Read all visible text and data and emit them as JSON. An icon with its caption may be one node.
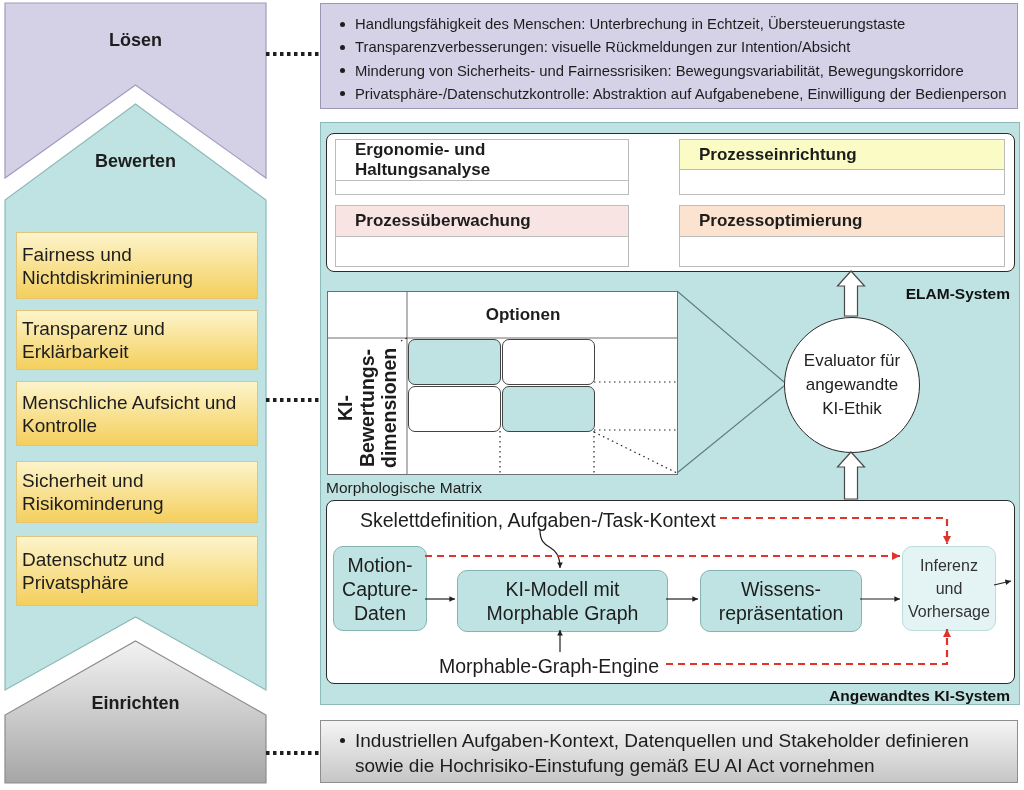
{
  "diagram": {
    "nodes": [
      {
        "text": [
          "Lösen"
        ]
      },
      {
        "text": [
          "Handlungsfähigkeit des Menschen: Unterbrechung in Echtzeit, Übersteuerungstaste",
          "Transparenzverbesserungen: visuelle Rückmeldungen zur Intention/Absicht",
          "Minderung von Sicherheits- und Fairnessrisiken: Bewegungsvariabilität, Bewegungskorridore",
          "Privatsphäre-/Datenschutzkontrolle: Abstraktion auf Aufgabenebene, Einwilligung der Bedienperson"
        ]
      },
      {
        "text": [
          "Bewerten"
        ]
      },
      {
        "text": [
          "Fairness und Nichtdiskriminierung"
        ],
        "in": 2
      },
      {
        "text": [
          "Transparenz und Erklärbarkeit"
        ],
        "in": 2
      },
      {
        "text": [
          "Menschliche Aufsicht und Kontrolle"
        ],
        "in": 2
      },
      {
        "text": [
          "Sicherheit und Risikominderung"
        ],
        "in": 2
      },
      {
        "text": [
          "Datenschutz und Privatsphäre"
        ],
        "in": 2
      },
      {
        "text": [],
        "shape": "box"
      },
      {
        "text": [
          "ELAM-System"
        ],
        "in": 8
      },
      {
        "text": [
          "Ergonomie- und Haltungsanalyse"
        ],
        "in": 9
      },
      {
        "text": [
          "Prozesseinrichtung"
        ],
        "in": 9
      },
      {
        "text": [
          "Prozessüberwachung"
        ],
        "in": 9
      },
      {
        "text": [
          "Prozessoptimierung"
        ],
        "in": 9
      },
      {
        "text": [
          "Optionen",
          "KI- Bewertungs- dimensionen"
        ],
        "beside": [
          "Morphologische Matrix"
        ],
        "in": 8
      },
      {
        "text": [
          "Evaluator für angewandte KI-Ethik"
        ],
        "in": 8
      },
      {
        "text": [
          "Angewandtes KI-System"
        ],
        "in": 8
      },
      {
        "text": [
          "Skelettdefinition, Aufgaben-/Task-Kontext"
        ],
        "in": 16
      },
      {
        "text": [
          "Motion- Capture- Daten"
        ],
        "in": 16
      },
      {
        "text": [
          "KI-Modell mit Morphable Graph"
        ],
        "in": 16
      },
      {
        "text": [
          "Wissens- repräsentation"
        ],
        "in": 16
      },
      {
        "text": [
          "Inferenz und Vorhersage"
        ],
        "in": 16
      },
      {
        "text": [
          "Morphable-Graph-Engine"
        ],
        "in": 16
      },
      {
        "text": [
          "Einrichten"
        ]
      },
      {
        "text": [
          "Industriellen Aufgaben-Kontext, Datenquellen und Stakeholder definieren sowie die Hochrisiko-Einstufung gemäß EU AI Act vornehmen"
        ]
      }
    ],
    "edges": [
      {
        "from": 0,
        "to": 1,
        "arrow": "none",
        "style": "dashed"
      },
      {
        "from": 2,
        "to": 8,
        "arrow": "none",
        "style": "dashed"
      },
      {
        "from": 23,
        "to": 24,
        "arrow": "none",
        "style": "dashed"
      },
      {
        "from": 14,
        "to": 15,
        "arrow": "none",
        "color": "#5f7f7f"
      },
      {
        "from": 15,
        "to": 9,
        "arrow": "to",
        "style": "thick"
      },
      {
        "from": 16,
        "to": 15,
        "arrow": "to",
        "style": "thick"
      },
      {
        "from": 17,
        "to": 19,
        "arrow": "to"
      },
      {
        "from": 18,
        "to": 19,
        "arrow": "to"
      },
      {
        "from": 22,
        "to": 19,
        "arrow": "to"
      },
      {
        "from": 19,
        "to": 20,
        "arrow": "to"
      },
      {
        "from": 20,
        "to": 21,
        "arrow": "to"
      },
      {
        "from": 21,
        "to": null,
        "arrow": "to"
      },
      {
        "from": 17,
        "to": 21,
        "arrow": "to",
        "style": "dashed",
        "color": "#e0332b"
      },
      {
        "from": 18,
        "to": 21,
        "arrow": "to",
        "style": "dashed",
        "color": "#e0332b"
      },
      {
        "from": 22,
        "to": 21,
        "arrow": "to",
        "style": "dashed",
        "color": "#e0332b"
      }
    ]
  }
}
